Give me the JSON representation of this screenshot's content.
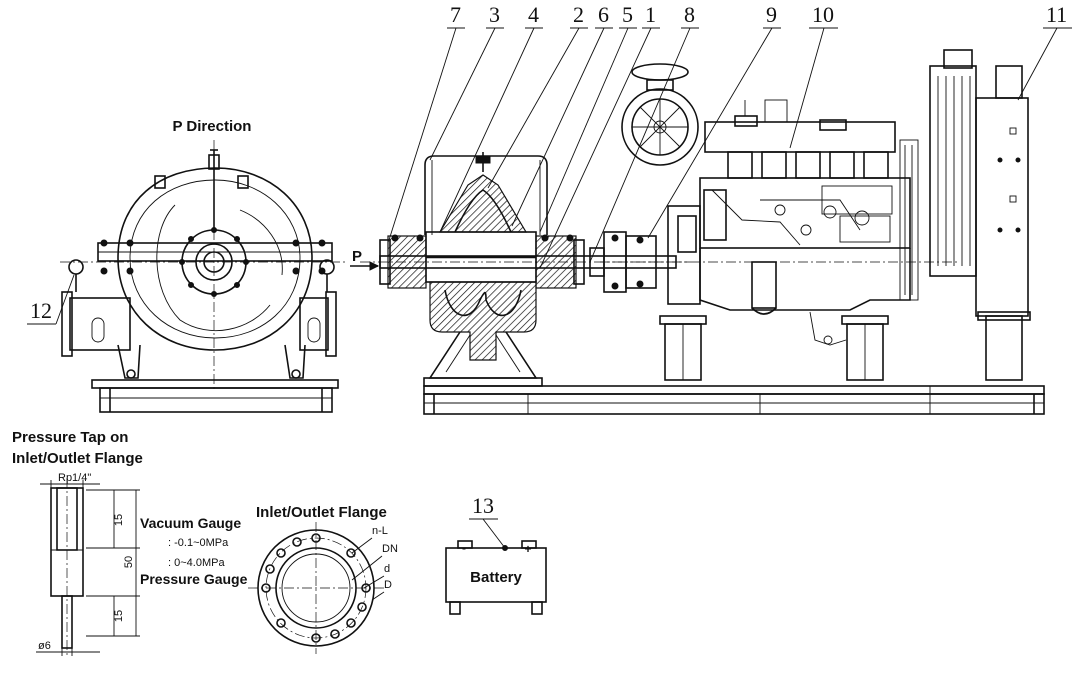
{
  "labels": {
    "p_direction": "P Direction",
    "pressure_tap_line1": "Pressure Tap on",
    "pressure_tap_line2": "Inlet/Outlet Flange",
    "inlet_outlet_flange": "Inlet/Outlet Flange",
    "vacuum_gauge": "Vacuum Gauge",
    "vacuum_range": ": -0.1~0MPa",
    "pressure_range": ": 0~4.0MPa",
    "pressure_gauge": "Pressure Gauge",
    "battery": "Battery",
    "battery_minus": "-",
    "battery_plus": "+",
    "arrow_p": "P"
  },
  "dimensions": {
    "rp": "Rp1/4\"",
    "d15_top": "15",
    "d50": "50",
    "d15_bottom": "15",
    "phi6": "ø6",
    "nl": "n-L",
    "dn": "DN",
    "d_small": "d",
    "d_big": "D"
  },
  "callouts": [
    "7",
    "3",
    "4",
    "2",
    "6",
    "5",
    "1",
    "8",
    "9",
    "10",
    "11",
    "12",
    "13"
  ]
}
